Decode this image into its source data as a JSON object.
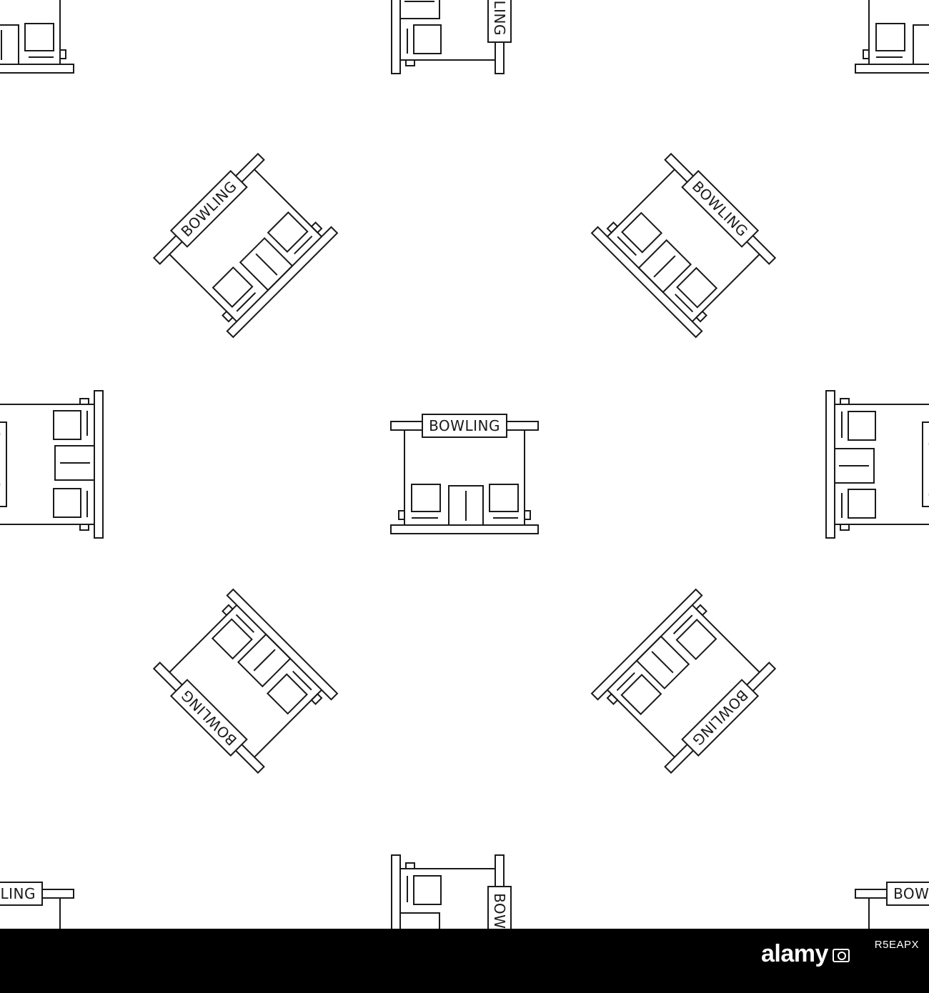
{
  "pattern": {
    "sign_text": "BOWLING",
    "stroke_color": "#1a1a1a",
    "background_color": "#ffffff",
    "icon_name": "bowling-building-icon"
  },
  "footer": {
    "brand": "alamy",
    "image_id": "R5EAPX",
    "background_color": "#000000",
    "text_color": "#ffffff"
  }
}
